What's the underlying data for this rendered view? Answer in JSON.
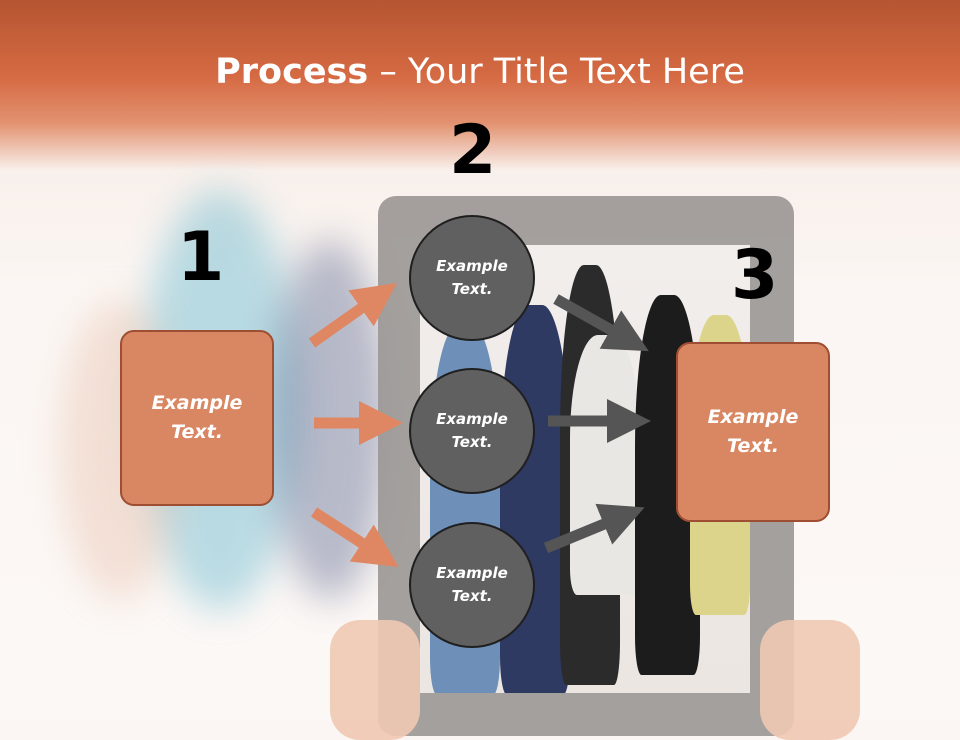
{
  "slide": {
    "title_bold": "Process",
    "title_rest": " – Your Title Text Here"
  },
  "steps": {
    "one": "1",
    "two": "2",
    "three": "3"
  },
  "boxes": {
    "left": "Example Text.",
    "right": "Example Text."
  },
  "circles": [
    {
      "text": "Example Text."
    },
    {
      "text": "Example Text."
    },
    {
      "text": "Example Text."
    }
  ],
  "colors": {
    "accent": "#d98763",
    "accent_border": "#9d4e33",
    "title_bar": "#c85e38",
    "circle_fill": "#606060",
    "arrow_dark": "#555555"
  }
}
